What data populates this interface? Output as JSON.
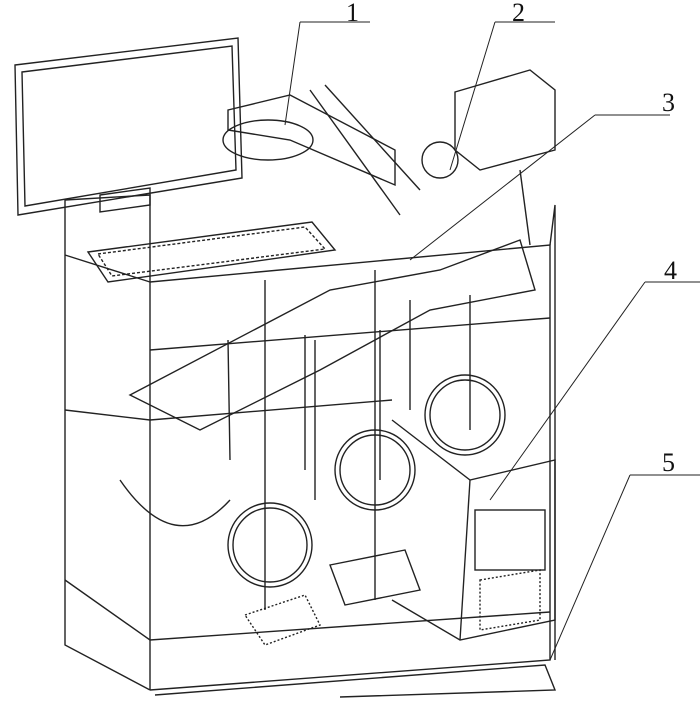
{
  "figure": {
    "callouts": [
      {
        "id": "1",
        "label": "1"
      },
      {
        "id": "2",
        "label": "2"
      },
      {
        "id": "3",
        "label": "3"
      },
      {
        "id": "4",
        "label": "4"
      },
      {
        "id": "5",
        "label": "5"
      }
    ],
    "colors": {
      "line": "#222222",
      "background": "#ffffff"
    }
  }
}
